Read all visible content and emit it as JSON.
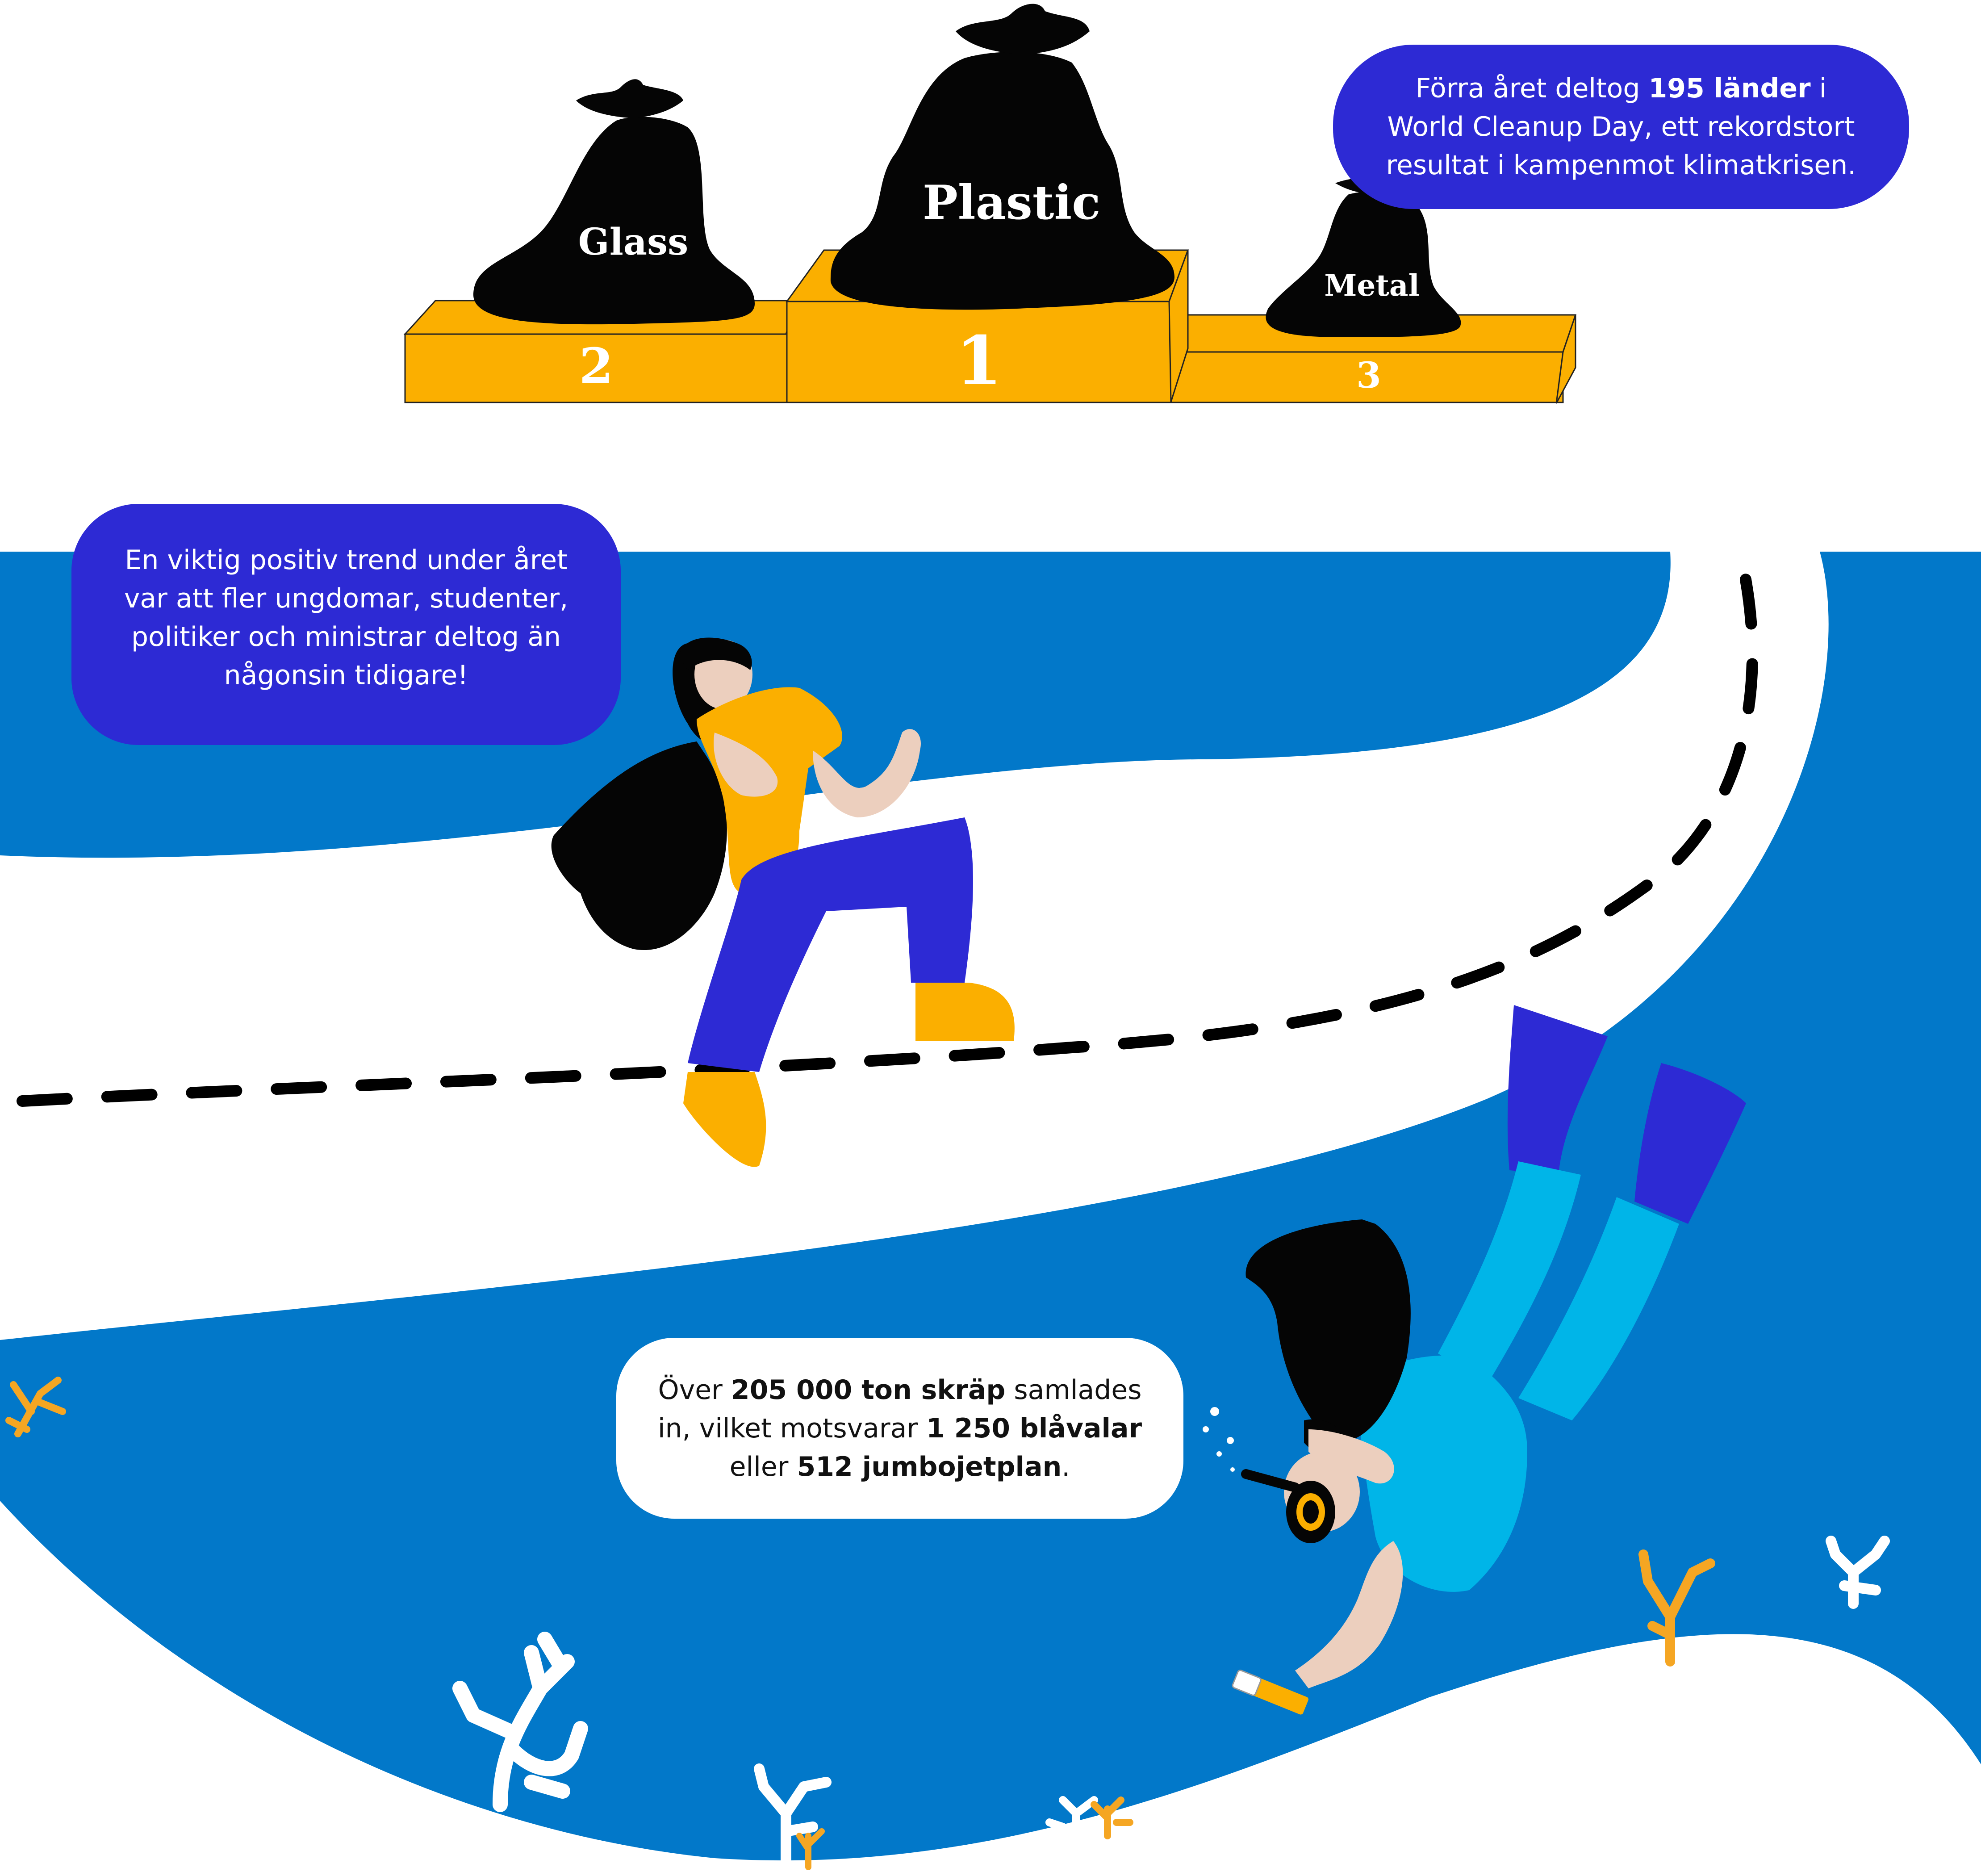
{
  "podium": {
    "first": {
      "rank": "1",
      "label": "Plastic"
    },
    "second": {
      "rank": "2",
      "label": "Glass"
    },
    "third": {
      "rank": "3",
      "label": "Metal"
    }
  },
  "facts": {
    "countries": {
      "pre": "Förra året deltog ",
      "bold": "195 länder",
      "post": " i World Cleanup Day, ett rekordstort resultat i kampenmot klimatkrisen."
    },
    "trend": {
      "text": "En viktig positiv trend under året var att fler ungdomar, studenter, politiker och ministrar deltog än någonsin tidigare!"
    },
    "trash": {
      "pre": "Över ",
      "bold1": "205 000 ton skräp",
      "mid1": " samlades in, vilket motsvarar ",
      "bold2": "1 250 blåvalar",
      "mid2": " eller ",
      "bold3": "512 jumbojetplan",
      "post": "."
    }
  },
  "colors": {
    "ocean": "#0278c9",
    "podium": "#fbaf00",
    "bubble": "#2d2ad4",
    "bag": "#050505",
    "coral_orange": "#f5a623",
    "pants": "#2d2ad4",
    "shirt": "#fbaf00",
    "diver_suit": "#00b5e8",
    "skin": "#eccfbe"
  },
  "icons": [
    "trash-bag-icon",
    "podium-icon",
    "road-icon",
    "woman-icon",
    "diver-icon",
    "coral-icon",
    "cigarette-icon",
    "snorkel-mask-icon"
  ]
}
